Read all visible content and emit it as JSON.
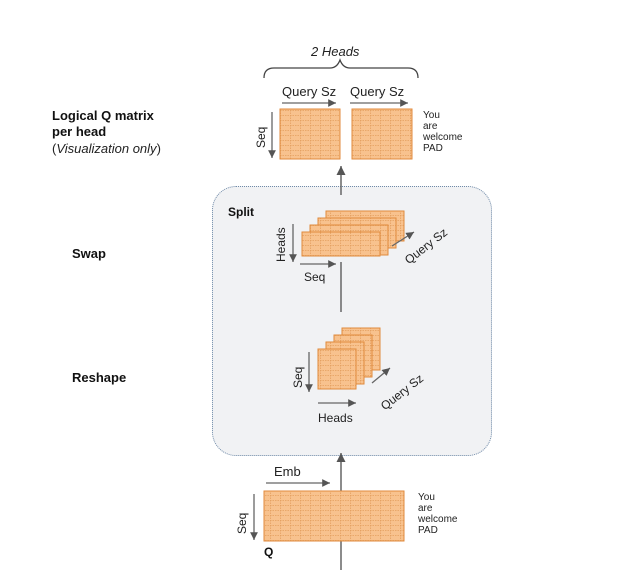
{
  "left_labels": {
    "logical_title_line1": "Logical Q matrix",
    "logical_title_line2": "per head",
    "logical_note_open": "(",
    "logical_note_italic": "Visualization only",
    "logical_note_close": ")",
    "swap": "Swap",
    "reshape": "Reshape"
  },
  "top": {
    "heads_caption": "2 Heads",
    "query_sz_1": "Query Sz",
    "query_sz_2": "Query Sz",
    "seq": "Seq",
    "tokens": [
      "You",
      "are",
      "welcome",
      "PAD"
    ]
  },
  "split": {
    "title": "Split",
    "swap_heads": "Heads",
    "swap_seq": "Seq",
    "swap_query_sz": "Query Sz",
    "reshape_seq": "Seq",
    "reshape_heads": "Heads",
    "reshape_query_sz": "Query Sz"
  },
  "bottom": {
    "emb": "Emb",
    "seq": "Seq",
    "q_label": "Q",
    "tokens": [
      "You",
      "are",
      "welcome",
      "PAD"
    ]
  },
  "colors": {
    "cell_fill": "#f8c28e",
    "cell_border": "#e08a3c",
    "box_fill": "#f1f2f4",
    "box_border": "#6f8aa8",
    "arrow": "#555555"
  }
}
